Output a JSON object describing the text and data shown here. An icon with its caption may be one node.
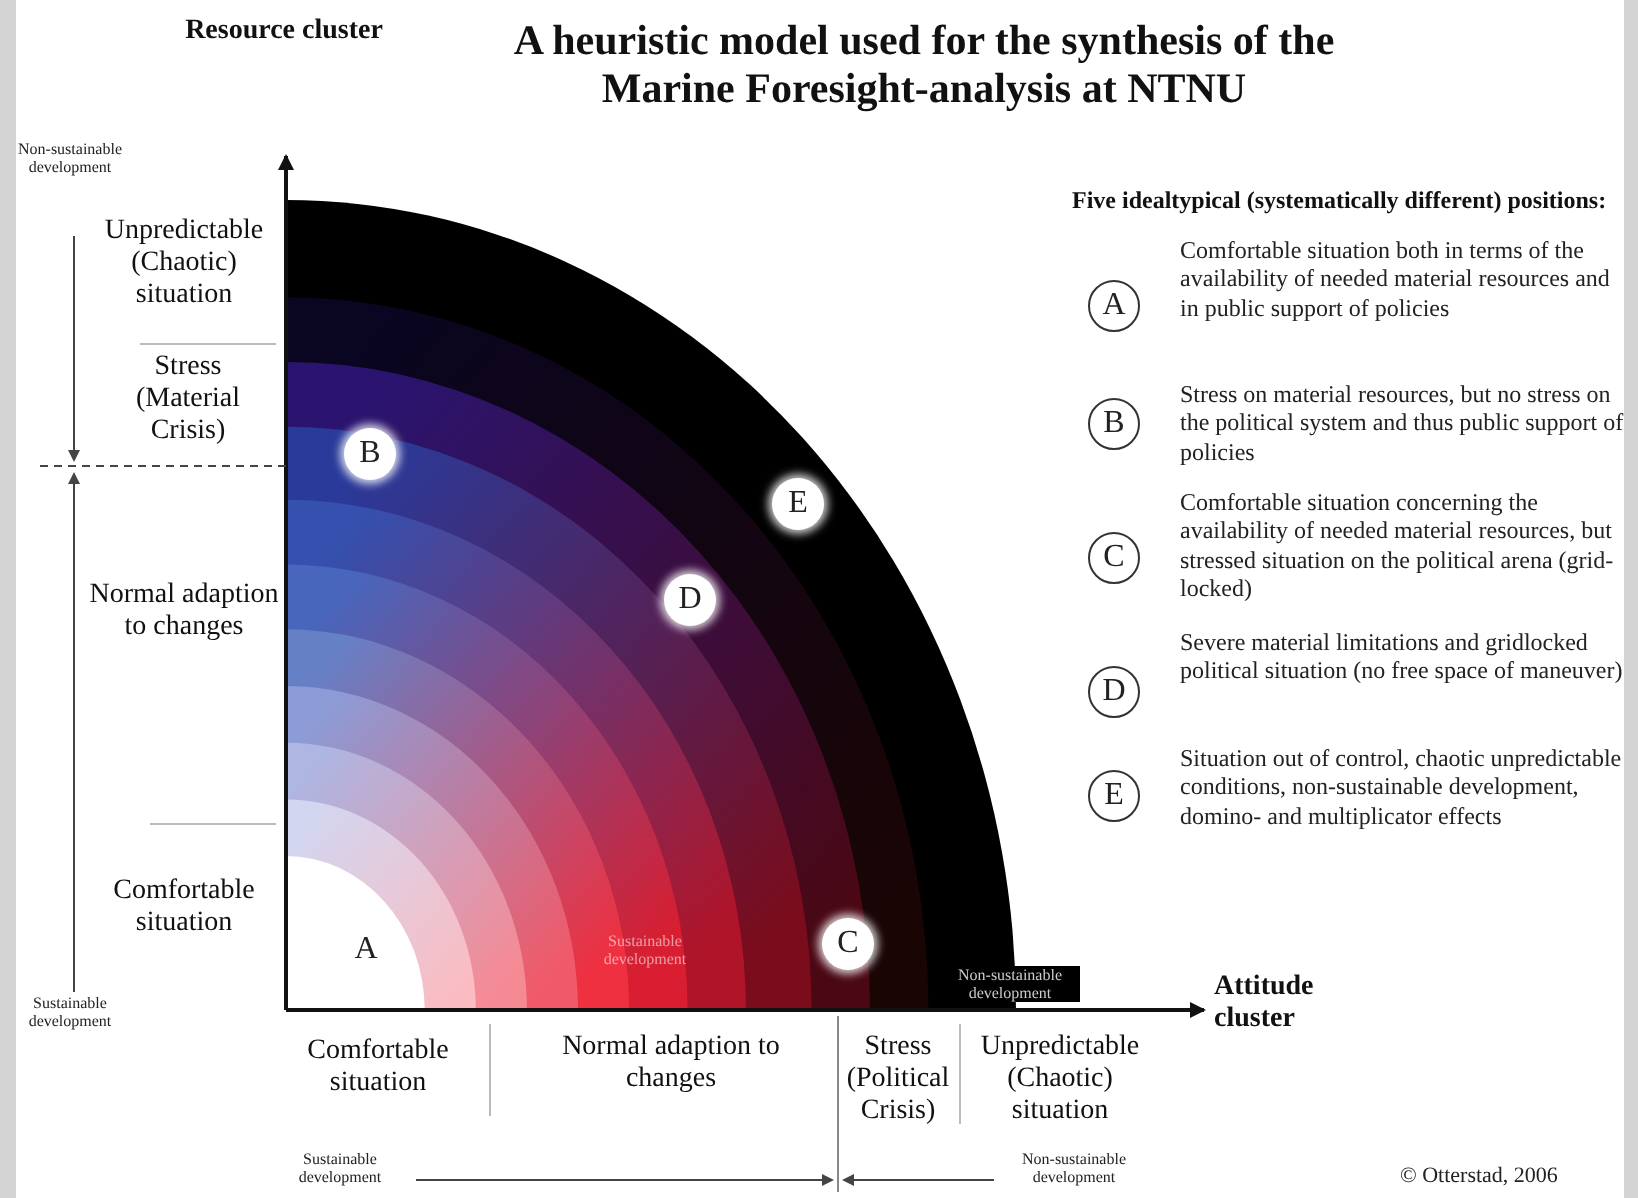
{
  "diagram": {
    "title": "A heuristic model used for the synthesis of the Marine Foresight-analysis at NTNU",
    "nodes": [
      {
        "text": [
          "B"
        ]
      },
      {
        "text": [
          "E"
        ]
      },
      {
        "text": [
          "D"
        ]
      },
      {
        "text": [
          "C"
        ]
      },
      {
        "text": [
          "A"
        ]
      },
      {
        "text": [
          "A"
        ],
        "beside": [
          "Comfortable situation both in terms of the availability of needed material resources and in public support of policies"
        ]
      },
      {
        "text": [
          "B"
        ],
        "beside": [
          "Stress on material resources, but no stress on the political system and thus public support of policies"
        ]
      },
      {
        "text": [
          "C"
        ],
        "beside": [
          "Comfortable situation concerning the availability of needed material resources, but stressed situation on the political arena (grid-locked)"
        ]
      },
      {
        "text": [
          "D"
        ],
        "beside": [
          "Severe material limitations and gridlocked political situation (no free space of maneuver)"
        ]
      },
      {
        "text": [
          "E"
        ],
        "beside": [
          "Situation out of control, chaotic unpredictable conditions, non-sustainable development, domino- and multiplicator effects"
        ]
      }
    ],
    "labels": [
      "Resource cluster",
      "Non-sustainable development",
      "Five idealtypical (systematically different) positions:",
      "Unpredictable (Chaotic) situation",
      "Stress (Material Crisis)",
      "Normal adaption to changes",
      "Comfortable situation",
      "Sustainable development",
      "Non-sustainable development",
      "Sustainable development",
      "Attitude cluster",
      "Comfortable situation",
      "Normal adaption to changes",
      "Stress (Political Crisis)",
      "Unpredictable (Chaotic) situation",
      "Sustainable development",
      "Non-sustainable development",
      "© Otterstad, 2006"
    ]
  }
}
